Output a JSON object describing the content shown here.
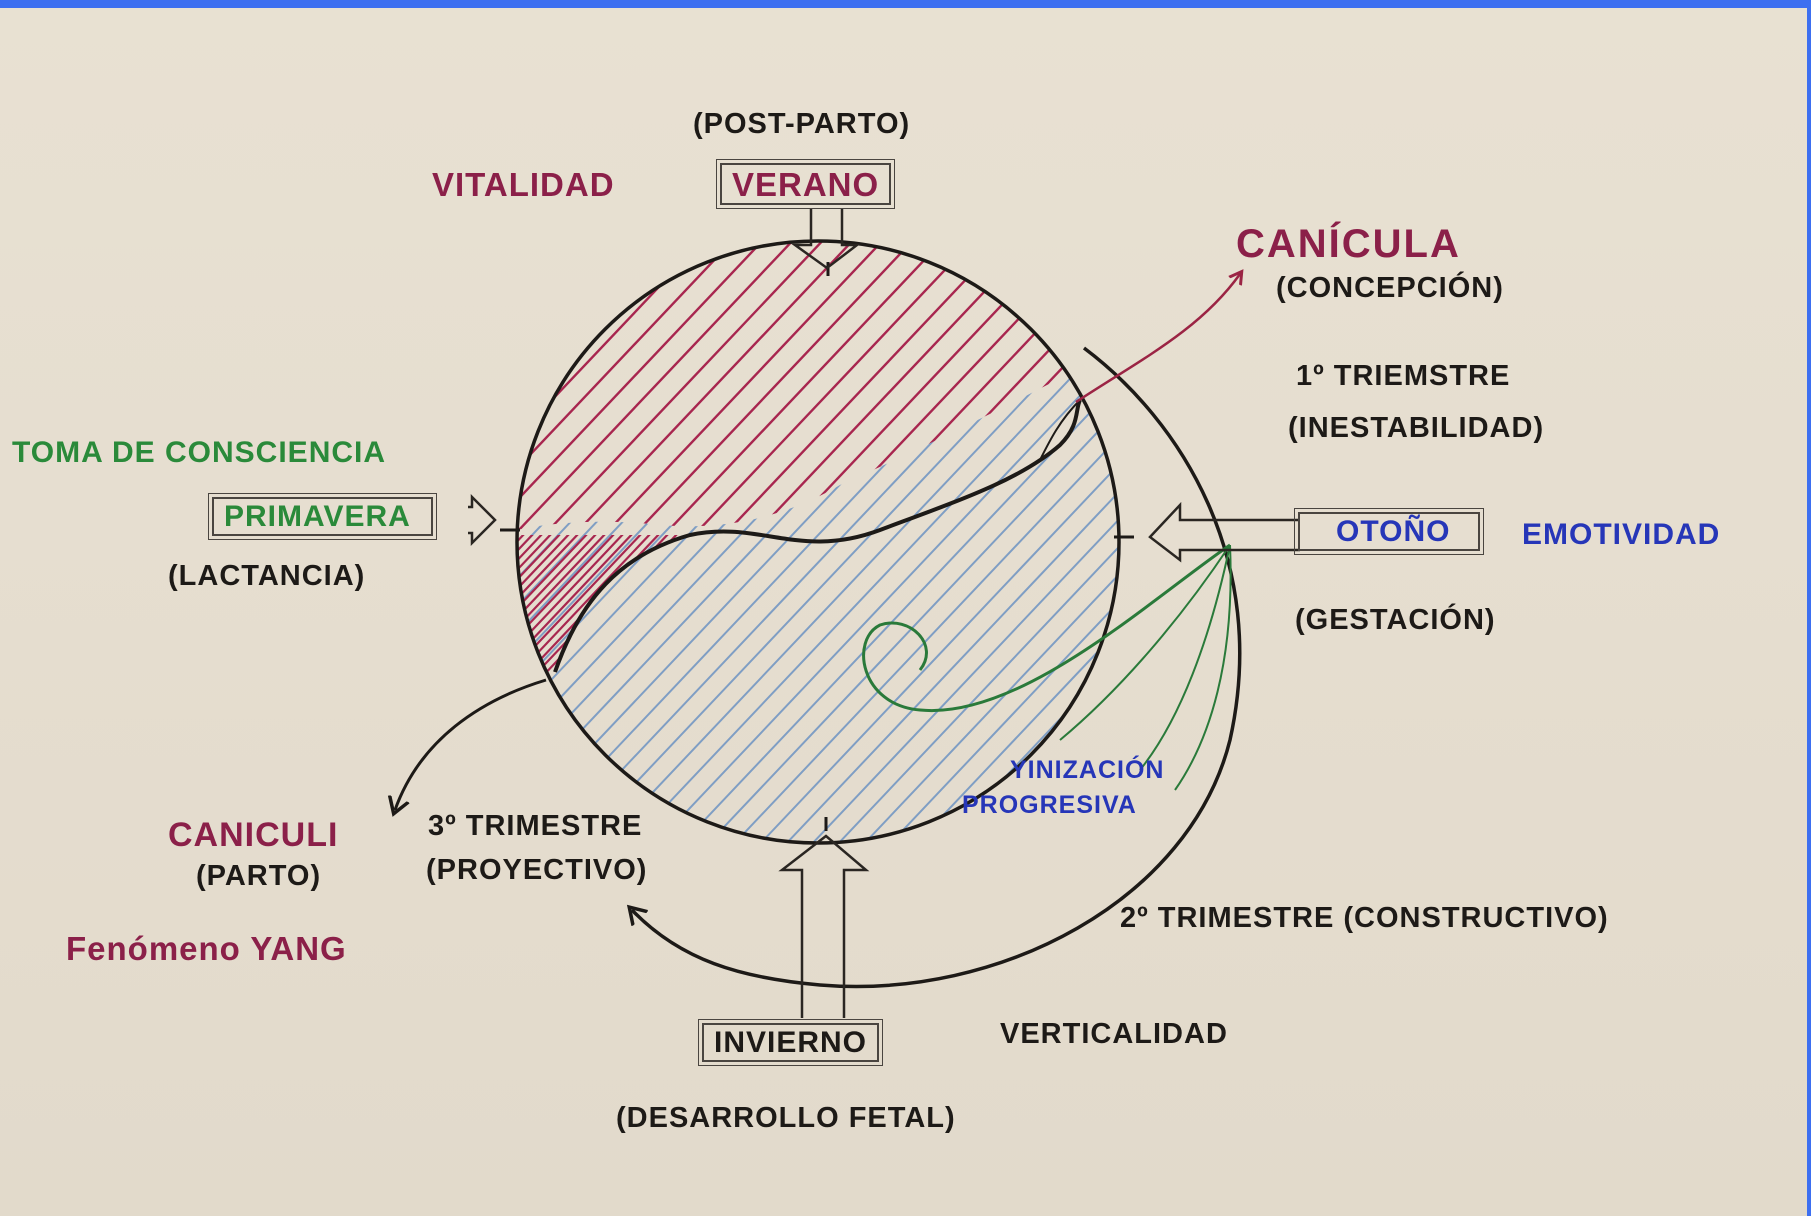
{
  "colors": {
    "wine": "#8b2049",
    "green": "#2a8a3a",
    "blue": "#2636b8",
    "ink": "#1d1a17",
    "hatch_yang": "#a8264f",
    "hatch_yin": "#7f9ec4",
    "frame": "#3d6ff0"
  },
  "top": {
    "post_parto": "(POST-PARTO)",
    "vitalidad": "VITALIDAD",
    "verano": "VERANO"
  },
  "top_right": {
    "canicula": "CANÍCULA",
    "concepcion": "(CONCEPCIÓN)",
    "primer_trimestre": "1º  TRIEMSTRE",
    "inestabilidad": "(INESTABILIDAD)"
  },
  "left": {
    "toma_de_consciencia": "TOMA DE CONSCIENCIA",
    "primavera": "PRIMAVERA",
    "lactancia": "(LACTANCIA)"
  },
  "right": {
    "otono": "OTOÑO",
    "emotividad": "EMOTIVIDAD",
    "gestacion": "(GESTACIÓN)"
  },
  "center_right": {
    "yinizacion": "YINIZACIÓN",
    "progresiva": "PROGRESIVA"
  },
  "bottom_left": {
    "caniculi": "CANICULI",
    "parto": "(PARTO)",
    "tercer_trimestre": "3º TRIMESTRE",
    "proyectivo": "(PROYECTIVO)",
    "fenomeno_yang": "Fenómeno YANG"
  },
  "bottom": {
    "segundo_trimestre": "2º  TRIMESTRE (CONSTRUCTIVO)",
    "invierno": "INVIERNO",
    "verticalidad": "VERTICALIDAD",
    "desarrollo_fetal": "(DESARROLLO FETAL)"
  }
}
